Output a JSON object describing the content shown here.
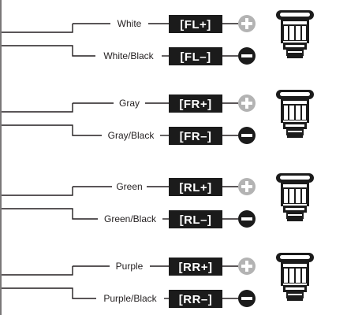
{
  "colors": {
    "line": "#231f20",
    "terminal_bg": "#1b1b1b",
    "terminal_text": "#ffffff",
    "positive": "#b3b3b3",
    "negative": "#1b1b1b",
    "speaker_dark": "#1b1b1b",
    "speaker_light": "#ffffff"
  },
  "channels": [
    {
      "positive": {
        "wire": "White",
        "terminal": "[FL+]",
        "polarity_icon": "plus-circle-icon"
      },
      "negative": {
        "wire": "White/Black",
        "terminal": "[FL–]",
        "polarity_icon": "minus-circle-icon"
      },
      "speaker_icon": "speaker-icon"
    },
    {
      "positive": {
        "wire": "Gray",
        "terminal": "[FR+]",
        "polarity_icon": "plus-circle-icon"
      },
      "negative": {
        "wire": "Gray/Black",
        "terminal": "[FR–]",
        "polarity_icon": "minus-circle-icon"
      },
      "speaker_icon": "speaker-icon"
    },
    {
      "positive": {
        "wire": "Green",
        "terminal": "[RL+]",
        "polarity_icon": "plus-circle-icon"
      },
      "negative": {
        "wire": "Green/Black",
        "terminal": "[RL–]",
        "polarity_icon": "minus-circle-icon"
      },
      "speaker_icon": "speaker-icon"
    },
    {
      "positive": {
        "wire": "Purple",
        "terminal": "[RR+]",
        "polarity_icon": "plus-circle-icon"
      },
      "negative": {
        "wire": "Purple/Black",
        "terminal": "[RR–]",
        "polarity_icon": "minus-circle-icon"
      },
      "speaker_icon": "speaker-icon"
    }
  ]
}
